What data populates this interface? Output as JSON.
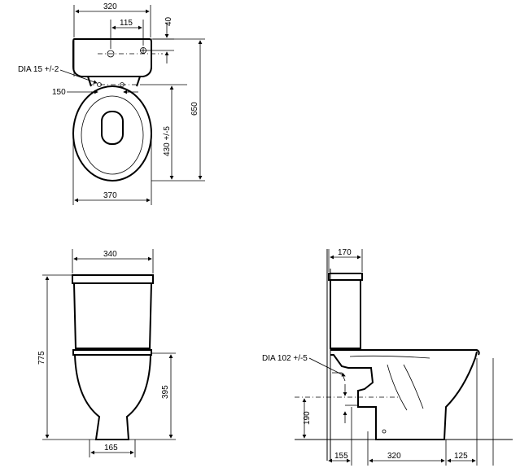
{
  "top_view": {
    "dim_width_top": "320",
    "dim_inlet_offset": "115",
    "dim_inlet_depth": "40",
    "label_inlet_dia": "DIA 15 +/-2",
    "dim_fix_spacing": "150",
    "dim_total_depth": "650",
    "dim_seat_depth": "430 +/-5",
    "dim_bowl_width": "370"
  },
  "front_view": {
    "dim_cistern_width": "340",
    "dim_total_height": "775",
    "dim_seat_height": "395",
    "dim_base_width": "165"
  },
  "side_view": {
    "dim_cistern_depth": "170",
    "label_outlet_dia": "DIA 102 +/-5",
    "dim_outlet_height": "190",
    "dim_wall_offset": "155",
    "dim_base_length": "320",
    "dim_front_overhang": "125"
  }
}
